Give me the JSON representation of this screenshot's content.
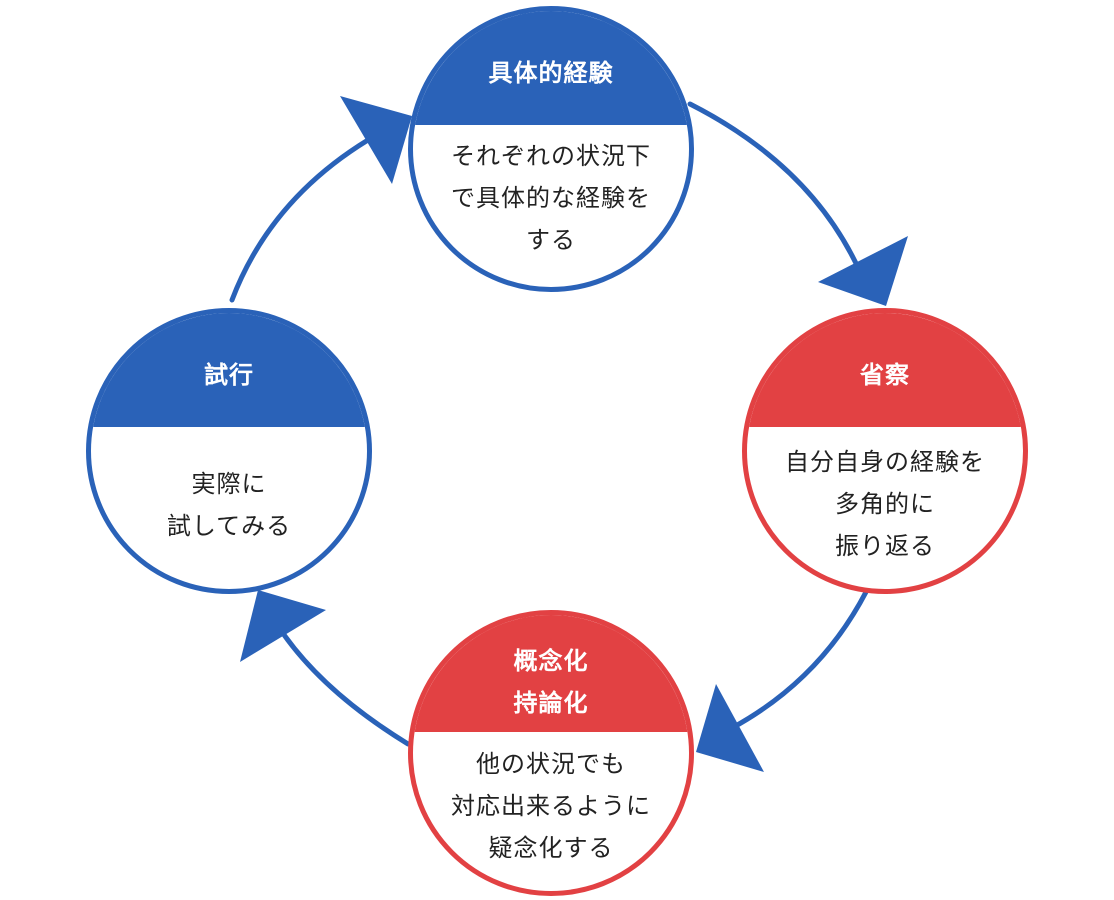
{
  "colors": {
    "blue": "#2a62b8",
    "red": "#e24143",
    "text": "#222222"
  },
  "nodes": {
    "top": {
      "title": "具体的経験",
      "body": [
        "それぞれの状況下",
        "で具体的な経験を",
        "する"
      ]
    },
    "right": {
      "title": "省察",
      "body": [
        "自分自身の経験を",
        "多角的に",
        "振り返る"
      ]
    },
    "bottom": {
      "title": [
        "概念化",
        "持論化"
      ],
      "body": [
        "他の状況でも",
        "対応出来るように",
        "疑念化する"
      ]
    },
    "left": {
      "title": "試行",
      "body": [
        "実際に",
        "試してみる"
      ]
    }
  }
}
